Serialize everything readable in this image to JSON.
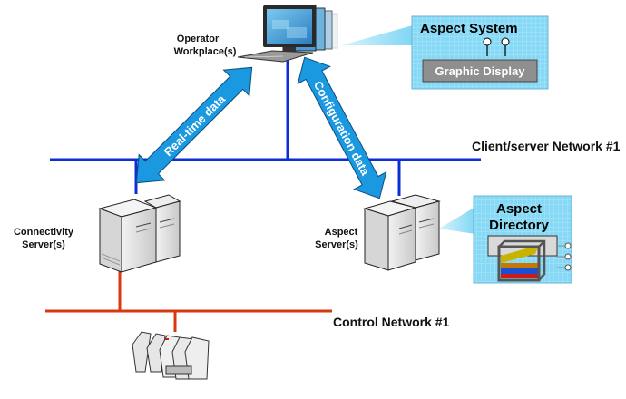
{
  "diagram": {
    "nodes": {
      "operator_workplace": {
        "label_line1": "Operator",
        "label_line2": "Workplace(s)"
      },
      "connectivity_server": {
        "label_line1": "Connectivity",
        "label_line2": "Server(s)"
      },
      "aspect_server": {
        "label_line1": "Aspect",
        "label_line2": "Server(s)"
      },
      "controller": {
        "label": ""
      }
    },
    "networks": {
      "client_server": {
        "label": "Client/server Network #1",
        "color": "#0a2fd6"
      },
      "control": {
        "label": "Control Network #1",
        "color": "#d8380f"
      }
    },
    "arrows": {
      "realtime": {
        "label": "Real-time data",
        "color": "#1a98e0"
      },
      "configuration": {
        "label": "Configuration data",
        "color": "#1a98e0"
      }
    },
    "callouts": {
      "aspect_system": {
        "title": "Aspect System",
        "inner_box": "Graphic Display",
        "fill": "#7fd6f5"
      },
      "aspect_directory": {
        "title_line1": "Aspect",
        "title_line2": "Directory",
        "fill": "#7fd6f5"
      }
    },
    "layer_colors": [
      "#c8b400",
      "#c77800",
      "#1b4fd1",
      "#cc1a1a"
    ]
  }
}
